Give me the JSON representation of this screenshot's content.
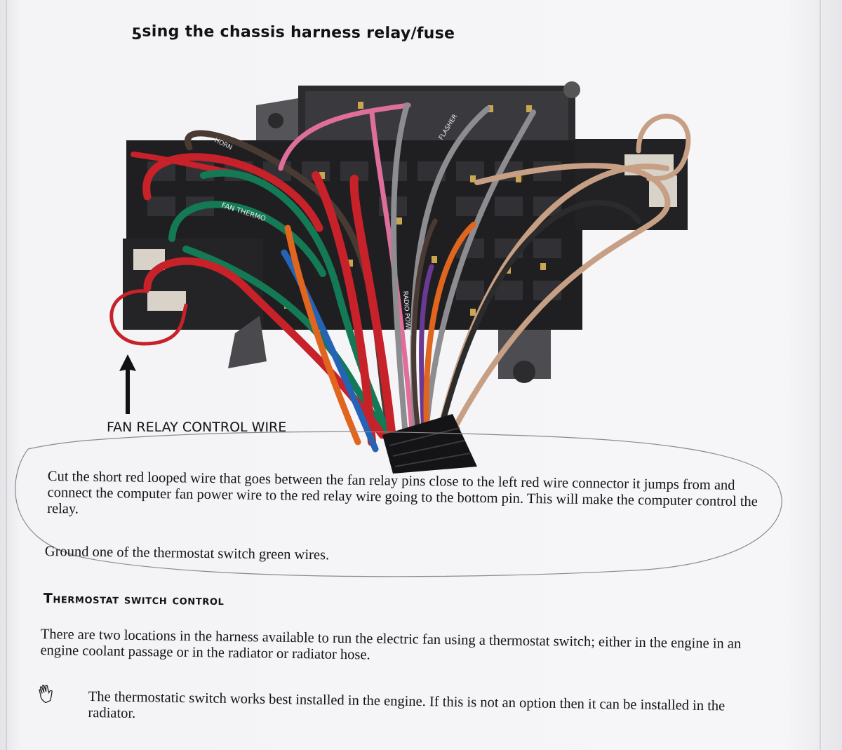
{
  "document": {
    "top_heading": "sing the chassis harness relay/fuse",
    "top_heading_glyph": "ƽ",
    "callout_label": "FAN RELAY CONTROL WIRE",
    "instructions": [
      "Cut the short red looped wire that goes between the fan relay pins close to the left red wire connector it jumps from and connect the computer fan power wire to the red relay wire going to the bottom pin.  This will make the computer control the relay.",
      "Ground one of the thermostat switch green wires."
    ],
    "section_heading": "Thermostat switch control",
    "section_paragraph": "There are two locations in the harness available to run the electric fan using a thermostat switch; either in the engine in an engine coolant passage or in the radiator or radiator hose.",
    "note_icon": "hand-icon",
    "note_text": "The thermostatic switch works best installed in the engine.  If this is not an option then it can be installed in the radiator."
  },
  "wire_labels": {
    "fan_thermo": "FAN THERMO",
    "radio_power": "RADIO POWER",
    "horn": "HORN",
    "flasher": "FLASHER"
  },
  "colors": {
    "paper": "#f3f3f5",
    "ink": "#151515",
    "fuse_block": "#1f1f21",
    "wire_red": "#c7212a",
    "wire_green": "#137a55",
    "wire_tan": "#c69f84",
    "wire_orange": "#e0651f",
    "wire_gray": "#8d8d91",
    "wire_pink": "#df6f9a",
    "wire_blue": "#2563b5",
    "wire_purple": "#6a3a93",
    "wire_brown": "#4a3a34"
  }
}
